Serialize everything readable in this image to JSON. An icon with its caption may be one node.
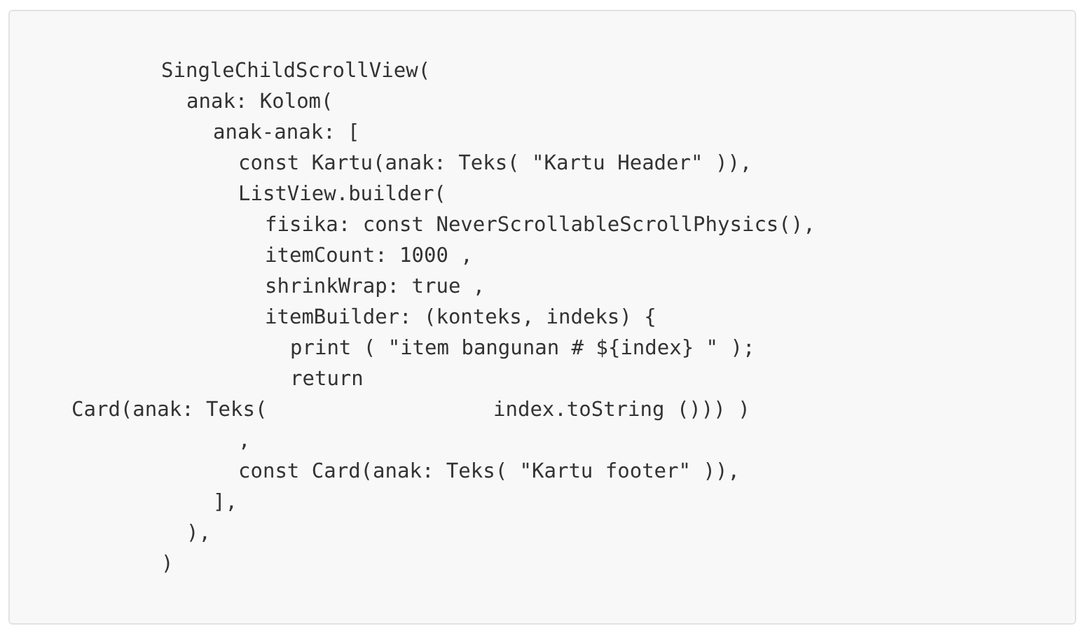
{
  "diagram": {
    "labels": [
      "SingleChildScrollView(",
      "anak: Kolom(",
      "anak-anak: [",
      "const Kartu(anak: Teks( \"Kartu Header\" )),",
      "ListView.builder(",
      "fisika: const NeverScrollableScrollPhysics(),",
      "itemCount: 1000 ,",
      "shrinkWrap: true ,",
      "itemBuilder: (konteks, indeks) {",
      "print ( \"item bangunan # ${index} \" );",
      "return",
      "Card(anak: Teks(",
      "index.toString ())) )",
      ",",
      "const Card(anak: Teks( \"Kartu footer\" )),",
      "],",
      "),",
      ")"
    ]
  }
}
